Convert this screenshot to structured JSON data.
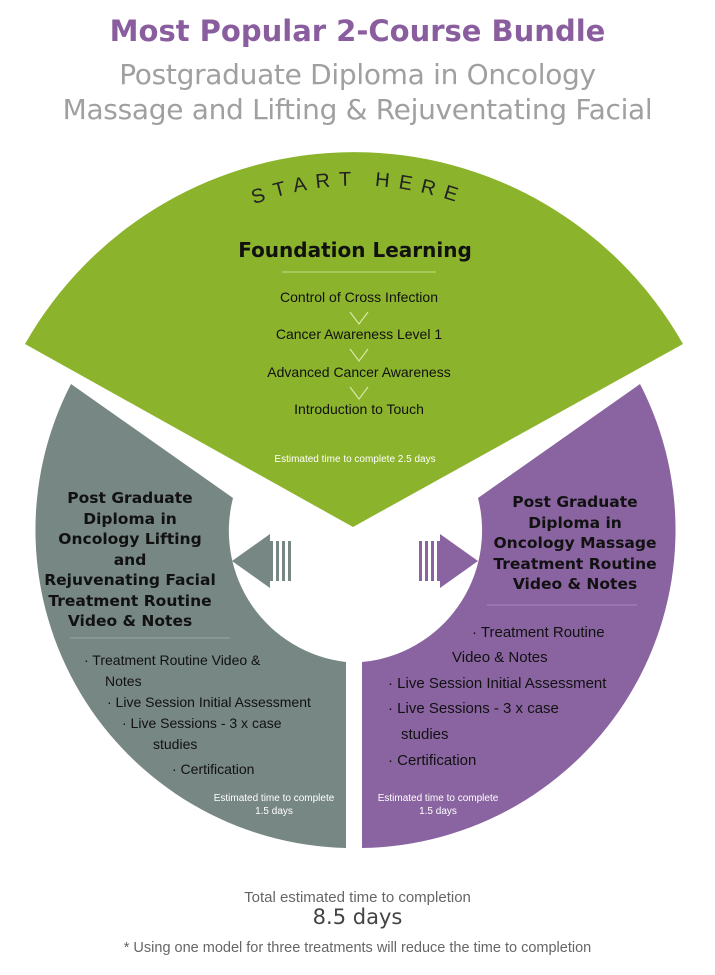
{
  "header": {
    "title": "Most Popular 2-Course Bundle",
    "subtitle_line1": "Postgraduate Diploma in Oncology",
    "subtitle_line2": "Massage and Lifting & Rejuventating Facial"
  },
  "foundation": {
    "start_label": "START HERE",
    "heading": "Foundation Learning",
    "steps": [
      "Control of Cross Infection",
      "Cancer Awareness Level 1",
      "Advanced Cancer Awareness",
      "Introduction to Touch"
    ],
    "estimate": "Estimated time to complete 2.5 days"
  },
  "left_course": {
    "title_lines": [
      "Post Graduate",
      "Diploma in",
      "Oncology Lifting",
      "and",
      "Rejuvenating Facial",
      "Treatment Routine",
      "Video & Notes"
    ],
    "bullets": [
      "· Treatment Routine Video &",
      "Notes",
      "· Live Session Initial Assessment",
      "· Live Sessions - 3 x case",
      "studies",
      "· Certification"
    ],
    "estimate_lines": [
      "Estimated time to complete",
      "1.5 days"
    ]
  },
  "right_course": {
    "title_lines": [
      "Post Graduate",
      "Diploma in",
      "Oncology Massage",
      "Treatment Routine",
      "Video & Notes"
    ],
    "bullets": [
      "· Treatment Routine",
      "Video & Notes",
      "· Live Session Initial Assessment",
      "· Live Sessions - 3 x case",
      "studies",
      "· Certification"
    ],
    "estimate_lines": [
      "Estimated time to complete",
      "1.5 days"
    ]
  },
  "footer": {
    "total_label": "Total estimated time to completion",
    "total_value": "8.5 days",
    "footnote": "* Using one model for three treatments will reduce the time to completion"
  },
  "colors": {
    "green": "#8bb32b",
    "grey": "#778784",
    "purple": "#8a64a0",
    "title_purple": "#8a5e9e"
  }
}
